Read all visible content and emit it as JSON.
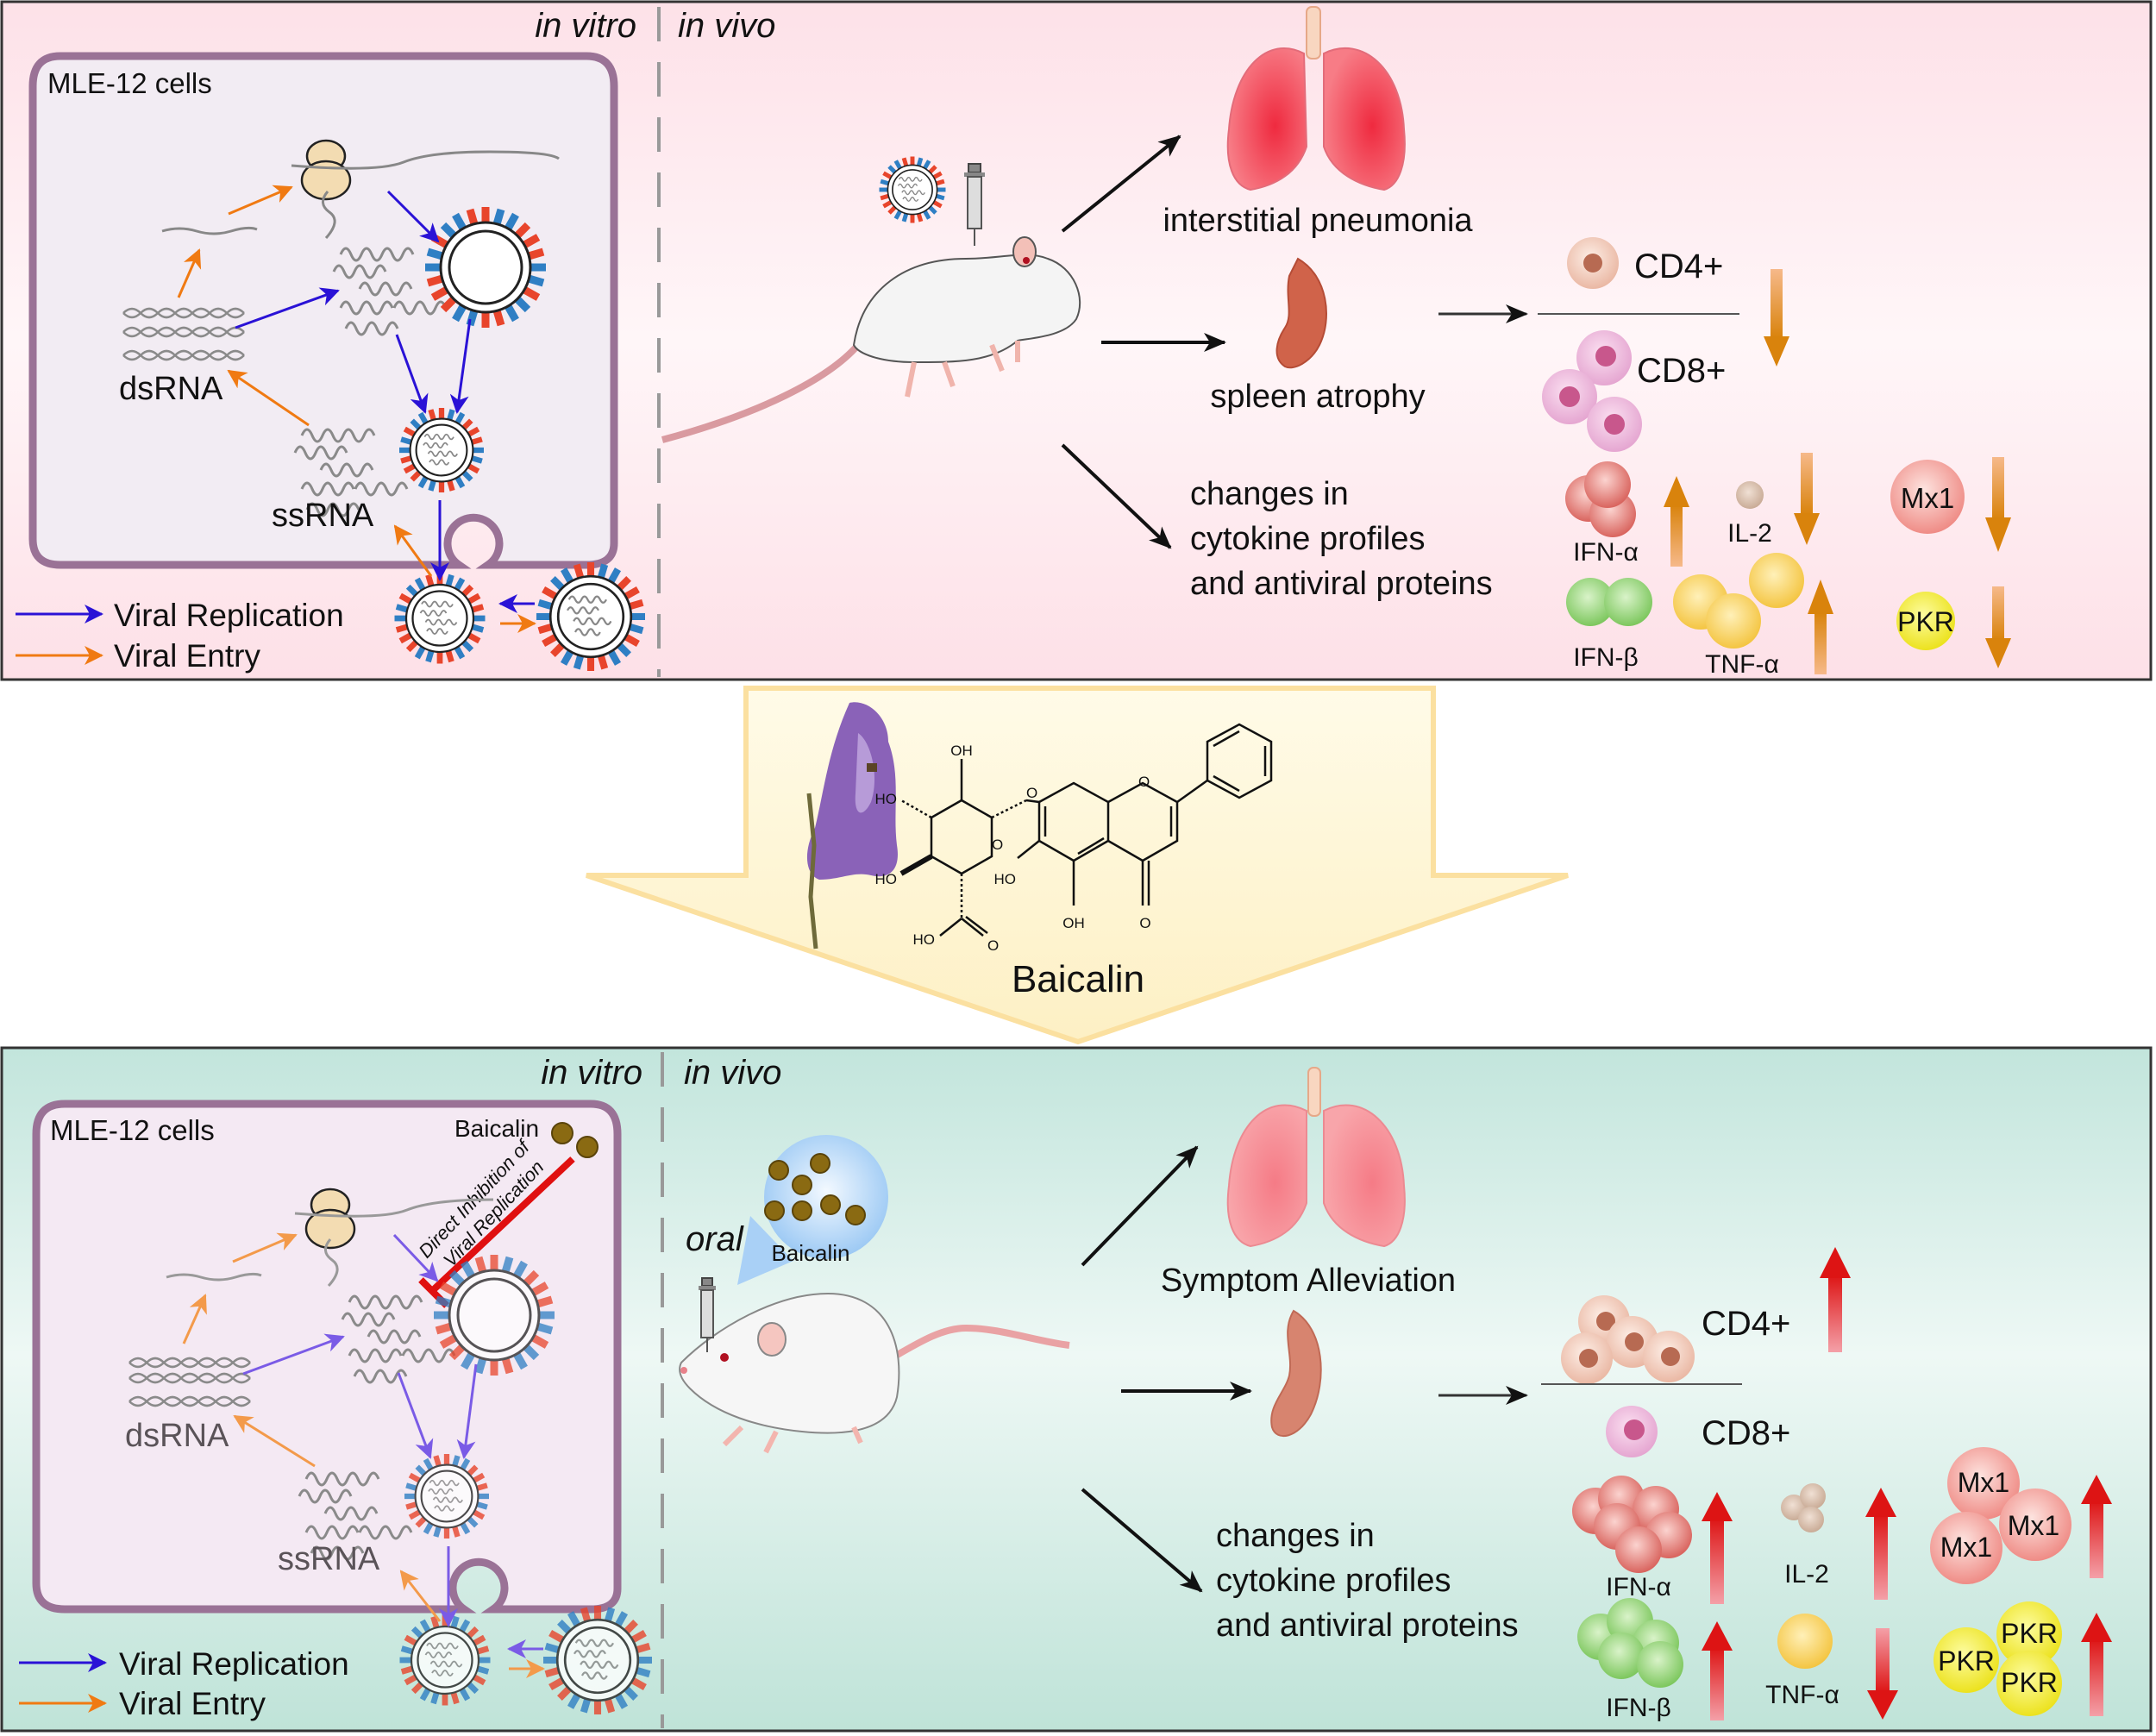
{
  "top_panel": {
    "in_vitro_label": "in vitro",
    "in_vivo_label": "in vivo",
    "cell_label": "MLE-12 cells",
    "dsrna_label": "dsRNA",
    "ssrna_label": "ssRNA",
    "legend": [
      {
        "label": "Viral Replication",
        "color": "#2a12d6"
      },
      {
        "label": "Viral Entry",
        "color": "#f07a12"
      }
    ],
    "outcomes": {
      "lung": "interstitial pneumonia",
      "spleen": "spleen atrophy",
      "cytokine_lines": [
        "changes in",
        "cytokine profiles",
        "and antiviral proteins"
      ]
    },
    "ratio": {
      "numerator": "CD4+",
      "denominator": "CD8+",
      "direction": "down"
    },
    "markers": [
      {
        "label": "IFN-α",
        "direction": "up"
      },
      {
        "label": "IL-2",
        "direction": "down"
      },
      {
        "label": "Mx1",
        "direction": "down"
      },
      {
        "label": "IFN-β",
        "direction": "up"
      },
      {
        "label": "TNF-α",
        "direction": "up"
      },
      {
        "label": "PKR",
        "direction": "down"
      }
    ],
    "arrow_color": "#d9830c",
    "background": "#fde3ea"
  },
  "middle": {
    "compound_name": "Baicalin",
    "structure_labels": {
      "oh": "OH",
      "ho": "HO",
      "o": "O"
    }
  },
  "bottom_panel": {
    "in_vitro_label": "in vitro",
    "in_vivo_label": "in vivo",
    "cell_label": "MLE-12 cells",
    "baicalin_label": "Baicalin",
    "inhibition_lines": [
      "Direct Inhibition of",
      "Viral Replication"
    ],
    "dsrna_label": "dsRNA",
    "ssrna_label": "ssRNA",
    "legend": [
      {
        "label": "Viral Replication",
        "color": "#2a12d6"
      },
      {
        "label": "Viral Entry",
        "color": "#f07a12"
      }
    ],
    "route_label": "oral",
    "bubble_label": "Baicalin",
    "outcomes": {
      "lung": "Symptom Alleviation",
      "cytokine_lines": [
        "changes in",
        "cytokine profiles",
        "and antiviral proteins"
      ]
    },
    "ratio": {
      "numerator": "CD4+",
      "denominator": "CD8+",
      "direction": "up"
    },
    "markers": [
      {
        "label": "IFN-α",
        "direction": "up"
      },
      {
        "label": "IL-2",
        "direction": "up"
      },
      {
        "label": "Mx1",
        "direction": "up"
      },
      {
        "label": "IFN-β",
        "direction": "up"
      },
      {
        "label": "TNF-α",
        "direction": "down"
      },
      {
        "label": "PKR",
        "direction": "up"
      }
    ],
    "mx1_labels": [
      "Mx1",
      "Mx1",
      "Mx1"
    ],
    "pkr_labels": [
      "PKR",
      "PKR",
      "PKR"
    ],
    "arrow_color": "#e01818",
    "background": "#c6e6dd"
  }
}
